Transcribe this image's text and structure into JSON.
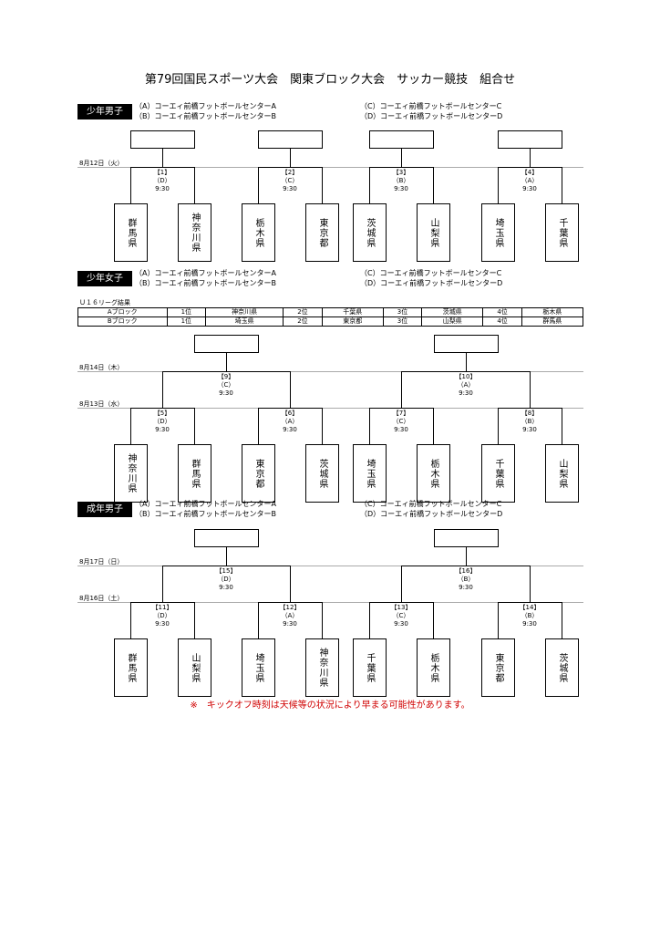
{
  "title": "第79回国民スポーツ大会　関東ブロック大会　サッカー競技　組合せ",
  "venues": {
    "a": "（A）コーエィ前橋フットボールセンターA",
    "b": "（B）コーエィ前橋フットボールセンターB",
    "c": "（C）コーエィ前橋フットボールセンターC",
    "d": "（D）コーエィ前橋フットボールセンターD"
  },
  "boys": {
    "label": "少年男子",
    "date": "8月12日（火）",
    "matches": [
      {
        "num": "【1】",
        "venue": "（D）",
        "time": "9:30",
        "teams": [
          "群馬県",
          "神奈川県"
        ]
      },
      {
        "num": "【2】",
        "venue": "（C）",
        "time": "9:30",
        "teams": [
          "栃木県",
          "東京都"
        ]
      },
      {
        "num": "【3】",
        "venue": "（B）",
        "time": "9:30",
        "teams": [
          "茨城県",
          "山梨県"
        ]
      },
      {
        "num": "【4】",
        "venue": "（A）",
        "time": "9:30",
        "teams": [
          "埼玉県",
          "千葉県"
        ]
      }
    ]
  },
  "girls": {
    "label": "少年女子",
    "u16_title": "Ｕ１６リーグ結果",
    "u16_rows": [
      [
        "Aブロック",
        "1位",
        "神奈川県",
        "2位",
        "千葉県",
        "3位",
        "茨城県",
        "4位",
        "栃木県"
      ],
      [
        "Bブロック",
        "1位",
        "埼玉県",
        "2位",
        "東京都",
        "3位",
        "山梨県",
        "4位",
        "群馬県"
      ]
    ],
    "date_final": "8月14日（木）",
    "date_first": "8月13日（水）",
    "semis": [
      {
        "num": "【9】",
        "venue": "（C）",
        "time": "9:30"
      },
      {
        "num": "【10】",
        "venue": "（A）",
        "time": "9:30"
      }
    ],
    "matches": [
      {
        "num": "【5】",
        "venue": "（D）",
        "time": "9:30",
        "teams": [
          "神奈川県",
          "群馬県"
        ]
      },
      {
        "num": "【6】",
        "venue": "（A）",
        "time": "9:30",
        "teams": [
          "東京都",
          "茨城県"
        ]
      },
      {
        "num": "【7】",
        "venue": "（C）",
        "time": "9:30",
        "teams": [
          "埼玉県",
          "栃木県"
        ]
      },
      {
        "num": "【8】",
        "venue": "（B）",
        "time": "9:30",
        "teams": [
          "千葉県",
          "山梨県"
        ]
      }
    ]
  },
  "men": {
    "label": "成年男子",
    "date_final": "8月17日（日）",
    "date_first": "8月16日（土）",
    "semis": [
      {
        "num": "【15】",
        "venue": "（D）",
        "time": "9:30"
      },
      {
        "num": "【16】",
        "venue": "（B）",
        "time": "9:30"
      }
    ],
    "matches": [
      {
        "num": "【11】",
        "venue": "（D）",
        "time": "9:30",
        "teams": [
          "群馬県",
          "山梨県"
        ]
      },
      {
        "num": "【12】",
        "venue": "（A）",
        "time": "9:30",
        "teams": [
          "埼玉県",
          "神奈川県"
        ]
      },
      {
        "num": "【13】",
        "venue": "（C）",
        "time": "9:30",
        "teams": [
          "千葉県",
          "栃木県"
        ]
      },
      {
        "num": "【14】",
        "venue": "（B）",
        "time": "9:30",
        "teams": [
          "東京都",
          "茨城県"
        ]
      }
    ]
  },
  "note": "※　キックオフ時刻は天候等の状況により早まる可能性があります。"
}
